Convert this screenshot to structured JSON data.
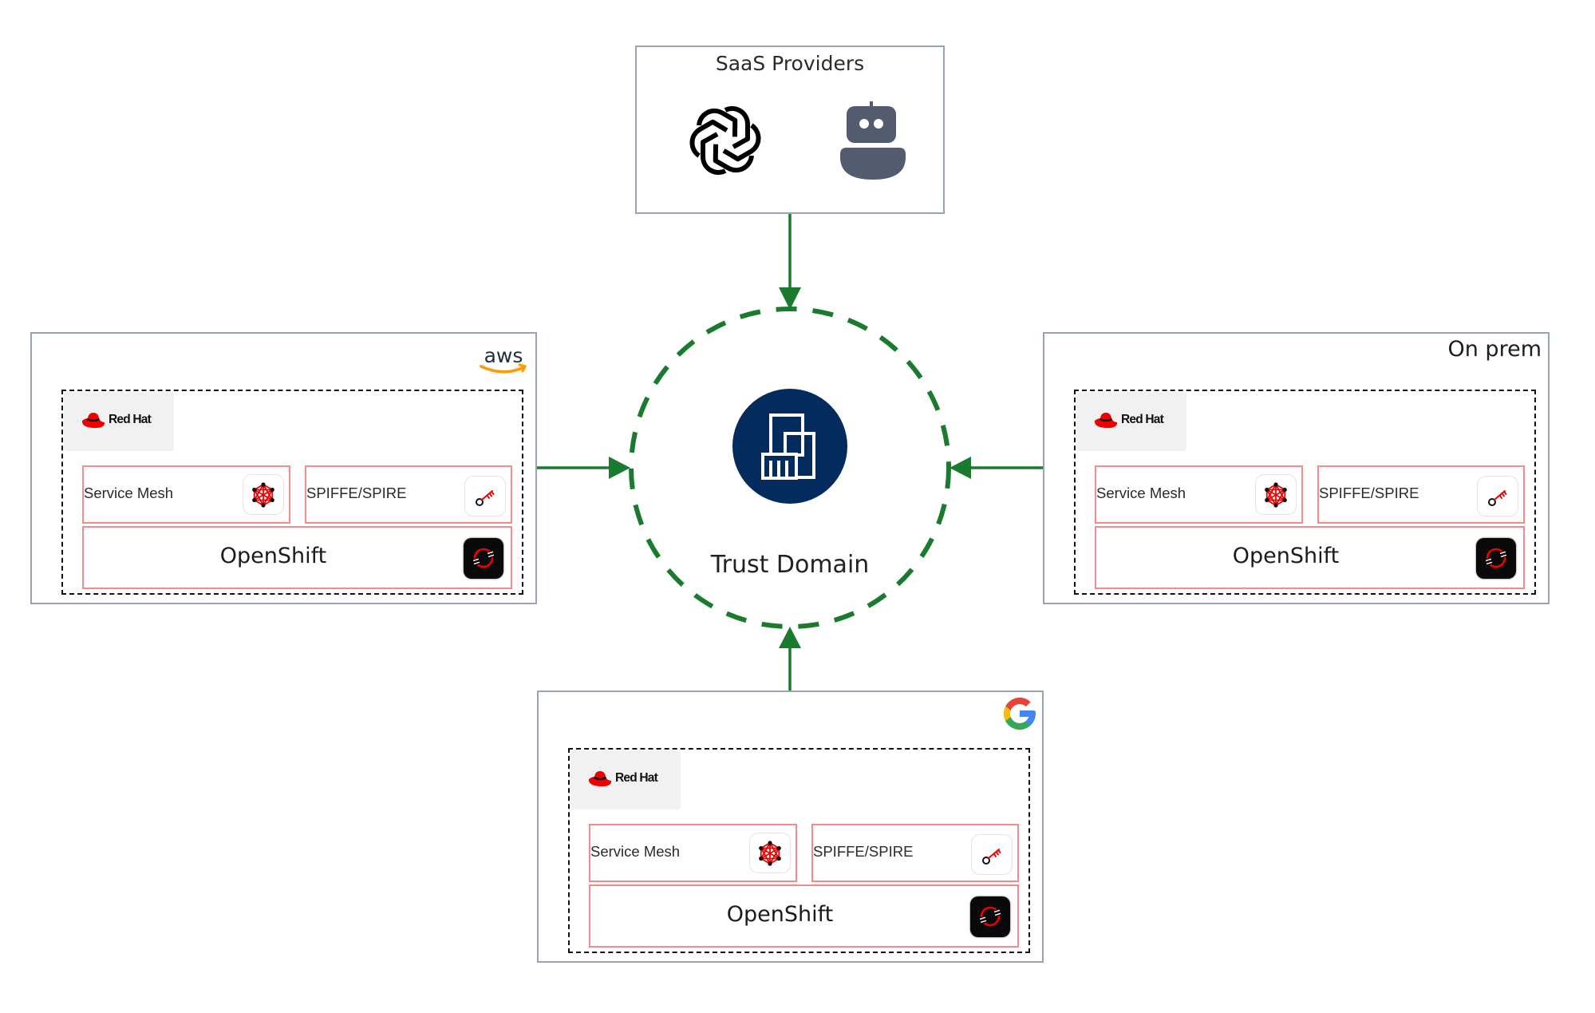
{
  "saas": {
    "title": "SaaS Providers",
    "icons": [
      "openai-logo-icon",
      "robot-icon"
    ]
  },
  "trust_domain": {
    "label": "Trust Domain",
    "icon": "buildings-icon",
    "circle_color": "#032b5e",
    "ring_color": "#1a7a2e"
  },
  "clusters": {
    "aws": {
      "provider_logo": "aws",
      "vendor": "Red Hat",
      "service_mesh": "Service Mesh",
      "spiffe": "SPIFFE/SPIRE",
      "platform": "OpenShift"
    },
    "onprem": {
      "provider_label": "On prem",
      "vendor": "Red Hat",
      "service_mesh": "Service Mesh",
      "spiffe": "SPIFFE/SPIRE",
      "platform": "OpenShift"
    },
    "gcp": {
      "provider_logo": "google",
      "vendor": "Red Hat",
      "service_mesh": "Service Mesh",
      "spiffe": "SPIFFE/SPIRE",
      "platform": "OpenShift"
    }
  },
  "colors": {
    "arrow": "#1a7a2e",
    "box_border": "#9aa3b3",
    "service_border": "#f48a8a",
    "redhat": "#ee0000",
    "aws_orange": "#ff9900",
    "aws_text": "#232f3e"
  }
}
